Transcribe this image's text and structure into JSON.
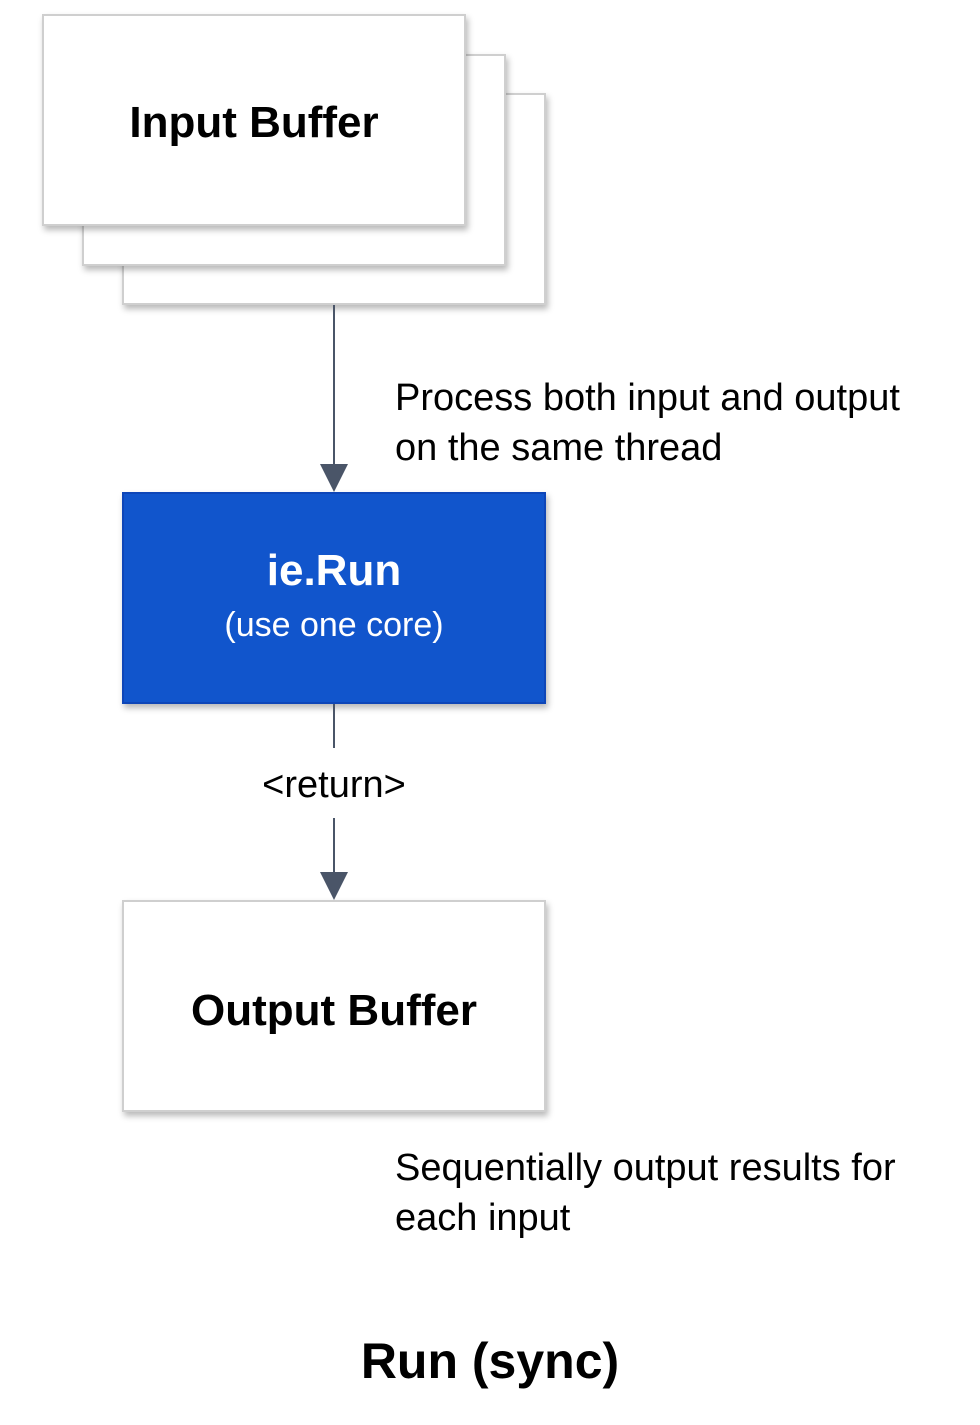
{
  "colors": {
    "run_box_fill": "#1155cc",
    "arrow": "#4a5568"
  },
  "input_buffer": {
    "label": "Input Buffer"
  },
  "run_box": {
    "title": "ie.Run",
    "subtitle": "(use one core)"
  },
  "output_buffer": {
    "label": "Output Buffer"
  },
  "notes": {
    "process_line1": "Process both input and output",
    "process_line2": "on the same thread",
    "return_label": "<return>",
    "sequential_line1": "Sequentially output results for",
    "sequential_line2": "each input"
  },
  "title": "Run (sync)"
}
